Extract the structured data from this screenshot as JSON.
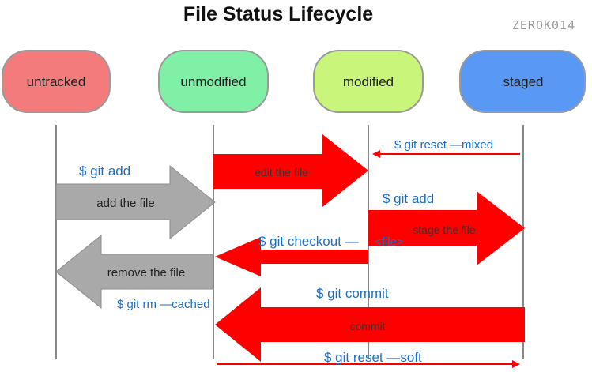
{
  "title": "File Status Lifecycle",
  "watermark": "ZEROK014",
  "states": {
    "untracked": "untracked",
    "unmodified": "unmodified",
    "modified": "modified",
    "staged": "staged"
  },
  "colors": {
    "untracked": "#f47b7b",
    "unmodified": "#7ff0a6",
    "modified": "#c8f57a",
    "staged": "#5a98f5",
    "red_arrow": "#ff0000",
    "gray_arrow": "#a9a9a9",
    "command_text": "#1a6fc9"
  },
  "arrows": {
    "add_the_file": "add the file",
    "edit_the_file": "edit the file",
    "stage_the_file": "stage the file",
    "remove_the_file": "remove the file",
    "commit": "commit"
  },
  "commands": {
    "git_add_1": "$ git add",
    "git_reset_mixed": "$ git reset —mixed",
    "git_add_2": "$ git add",
    "git_checkout": "$ git checkout —",
    "git_checkout_file": "<file>",
    "git_commit": "$ git commit",
    "git_rm_cached": "$ git rm —cached",
    "git_reset_soft": "$ git reset —soft"
  }
}
